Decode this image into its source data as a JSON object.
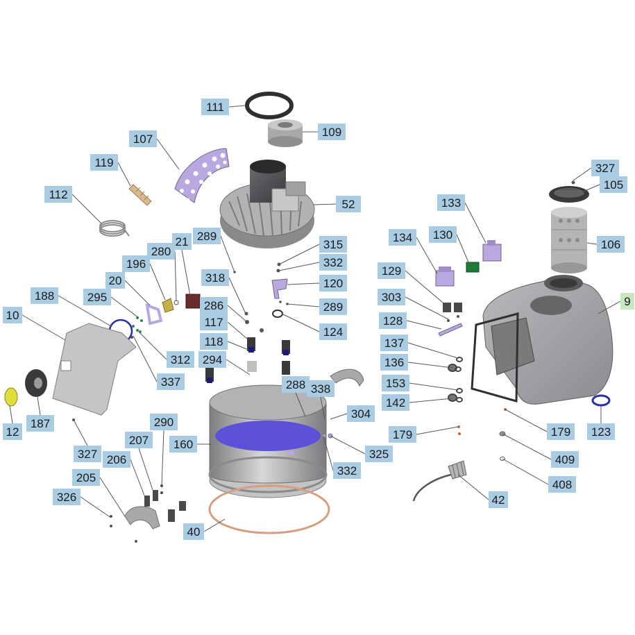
{
  "diagram": {
    "part_labels": [
      {
        "id": "111"
      },
      {
        "id": "109"
      },
      {
        "id": "107"
      },
      {
        "id": "119"
      },
      {
        "id": "112"
      },
      {
        "id": "52"
      },
      {
        "id": "327"
      },
      {
        "id": "105"
      },
      {
        "id": "106"
      },
      {
        "id": "133"
      },
      {
        "id": "130"
      },
      {
        "id": "134"
      },
      {
        "id": "289"
      },
      {
        "id": "315"
      },
      {
        "id": "332"
      },
      {
        "id": "120"
      },
      {
        "id": "289"
      },
      {
        "id": "124"
      },
      {
        "id": "280"
      },
      {
        "id": "21"
      },
      {
        "id": "196"
      },
      {
        "id": "20"
      },
      {
        "id": "318"
      },
      {
        "id": "286"
      },
      {
        "id": "117"
      },
      {
        "id": "118"
      },
      {
        "id": "294"
      },
      {
        "id": "295"
      },
      {
        "id": "188"
      },
      {
        "id": "10"
      },
      {
        "id": "312"
      },
      {
        "id": "337"
      },
      {
        "id": "129"
      },
      {
        "id": "303"
      },
      {
        "id": "128"
      },
      {
        "id": "137"
      },
      {
        "id": "136"
      },
      {
        "id": "153"
      },
      {
        "id": "142"
      },
      {
        "id": "9",
        "highlight": true
      },
      {
        "id": "123"
      },
      {
        "id": "179"
      },
      {
        "id": "179"
      },
      {
        "id": "409"
      },
      {
        "id": "408"
      },
      {
        "id": "42"
      },
      {
        "id": "288"
      },
      {
        "id": "338"
      },
      {
        "id": "304"
      },
      {
        "id": "325"
      },
      {
        "id": "332"
      },
      {
        "id": "160"
      },
      {
        "id": "40"
      },
      {
        "id": "12"
      },
      {
        "id": "187"
      },
      {
        "id": "327"
      },
      {
        "id": "290"
      },
      {
        "id": "207"
      },
      {
        "id": "206"
      },
      {
        "id": "205"
      },
      {
        "id": "326"
      }
    ],
    "colors": {
      "label_fill": "#a9cce3",
      "label_highlight": "#c8e6c0",
      "part_body": "#a7a7aa",
      "part_dark": "#3c3c3e",
      "accent_purple": "#b9a8e0",
      "tank_water": "#5b52d9",
      "ring_copper": "#d79d7f",
      "ring_blue": "#2630a8"
    }
  }
}
